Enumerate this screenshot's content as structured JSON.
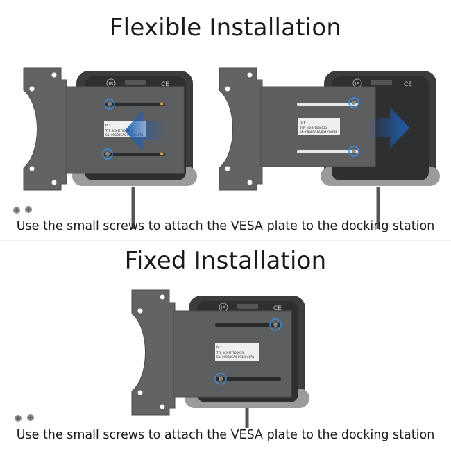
{
  "section1": {
    "title": "Flexible Installation",
    "caption": "Use the small screws to attach the VESA plate to the docking station"
  },
  "section2": {
    "title": "Fixed Installation",
    "caption": "Use the small screws to attach the VESA plate to the docking station"
  },
  "dock": {
    "logo_text": "IB",
    "ce_mark": "CE",
    "label_brand": "ICY",
    "label_line1": "TYP: ICX-MT000033",
    "label_line2": "SN: 0986DCA6-P9422V47N"
  },
  "colors": {
    "arrow": "#1f5fb4",
    "highlight_circle": "#3a8ee6",
    "plate": "#5d5e60",
    "dock_body": "#3d3e40",
    "dock_base": "#9a9b9d"
  },
  "icons": [
    "screw-icon",
    "arrow-left-icon",
    "arrow-right-icon"
  ]
}
